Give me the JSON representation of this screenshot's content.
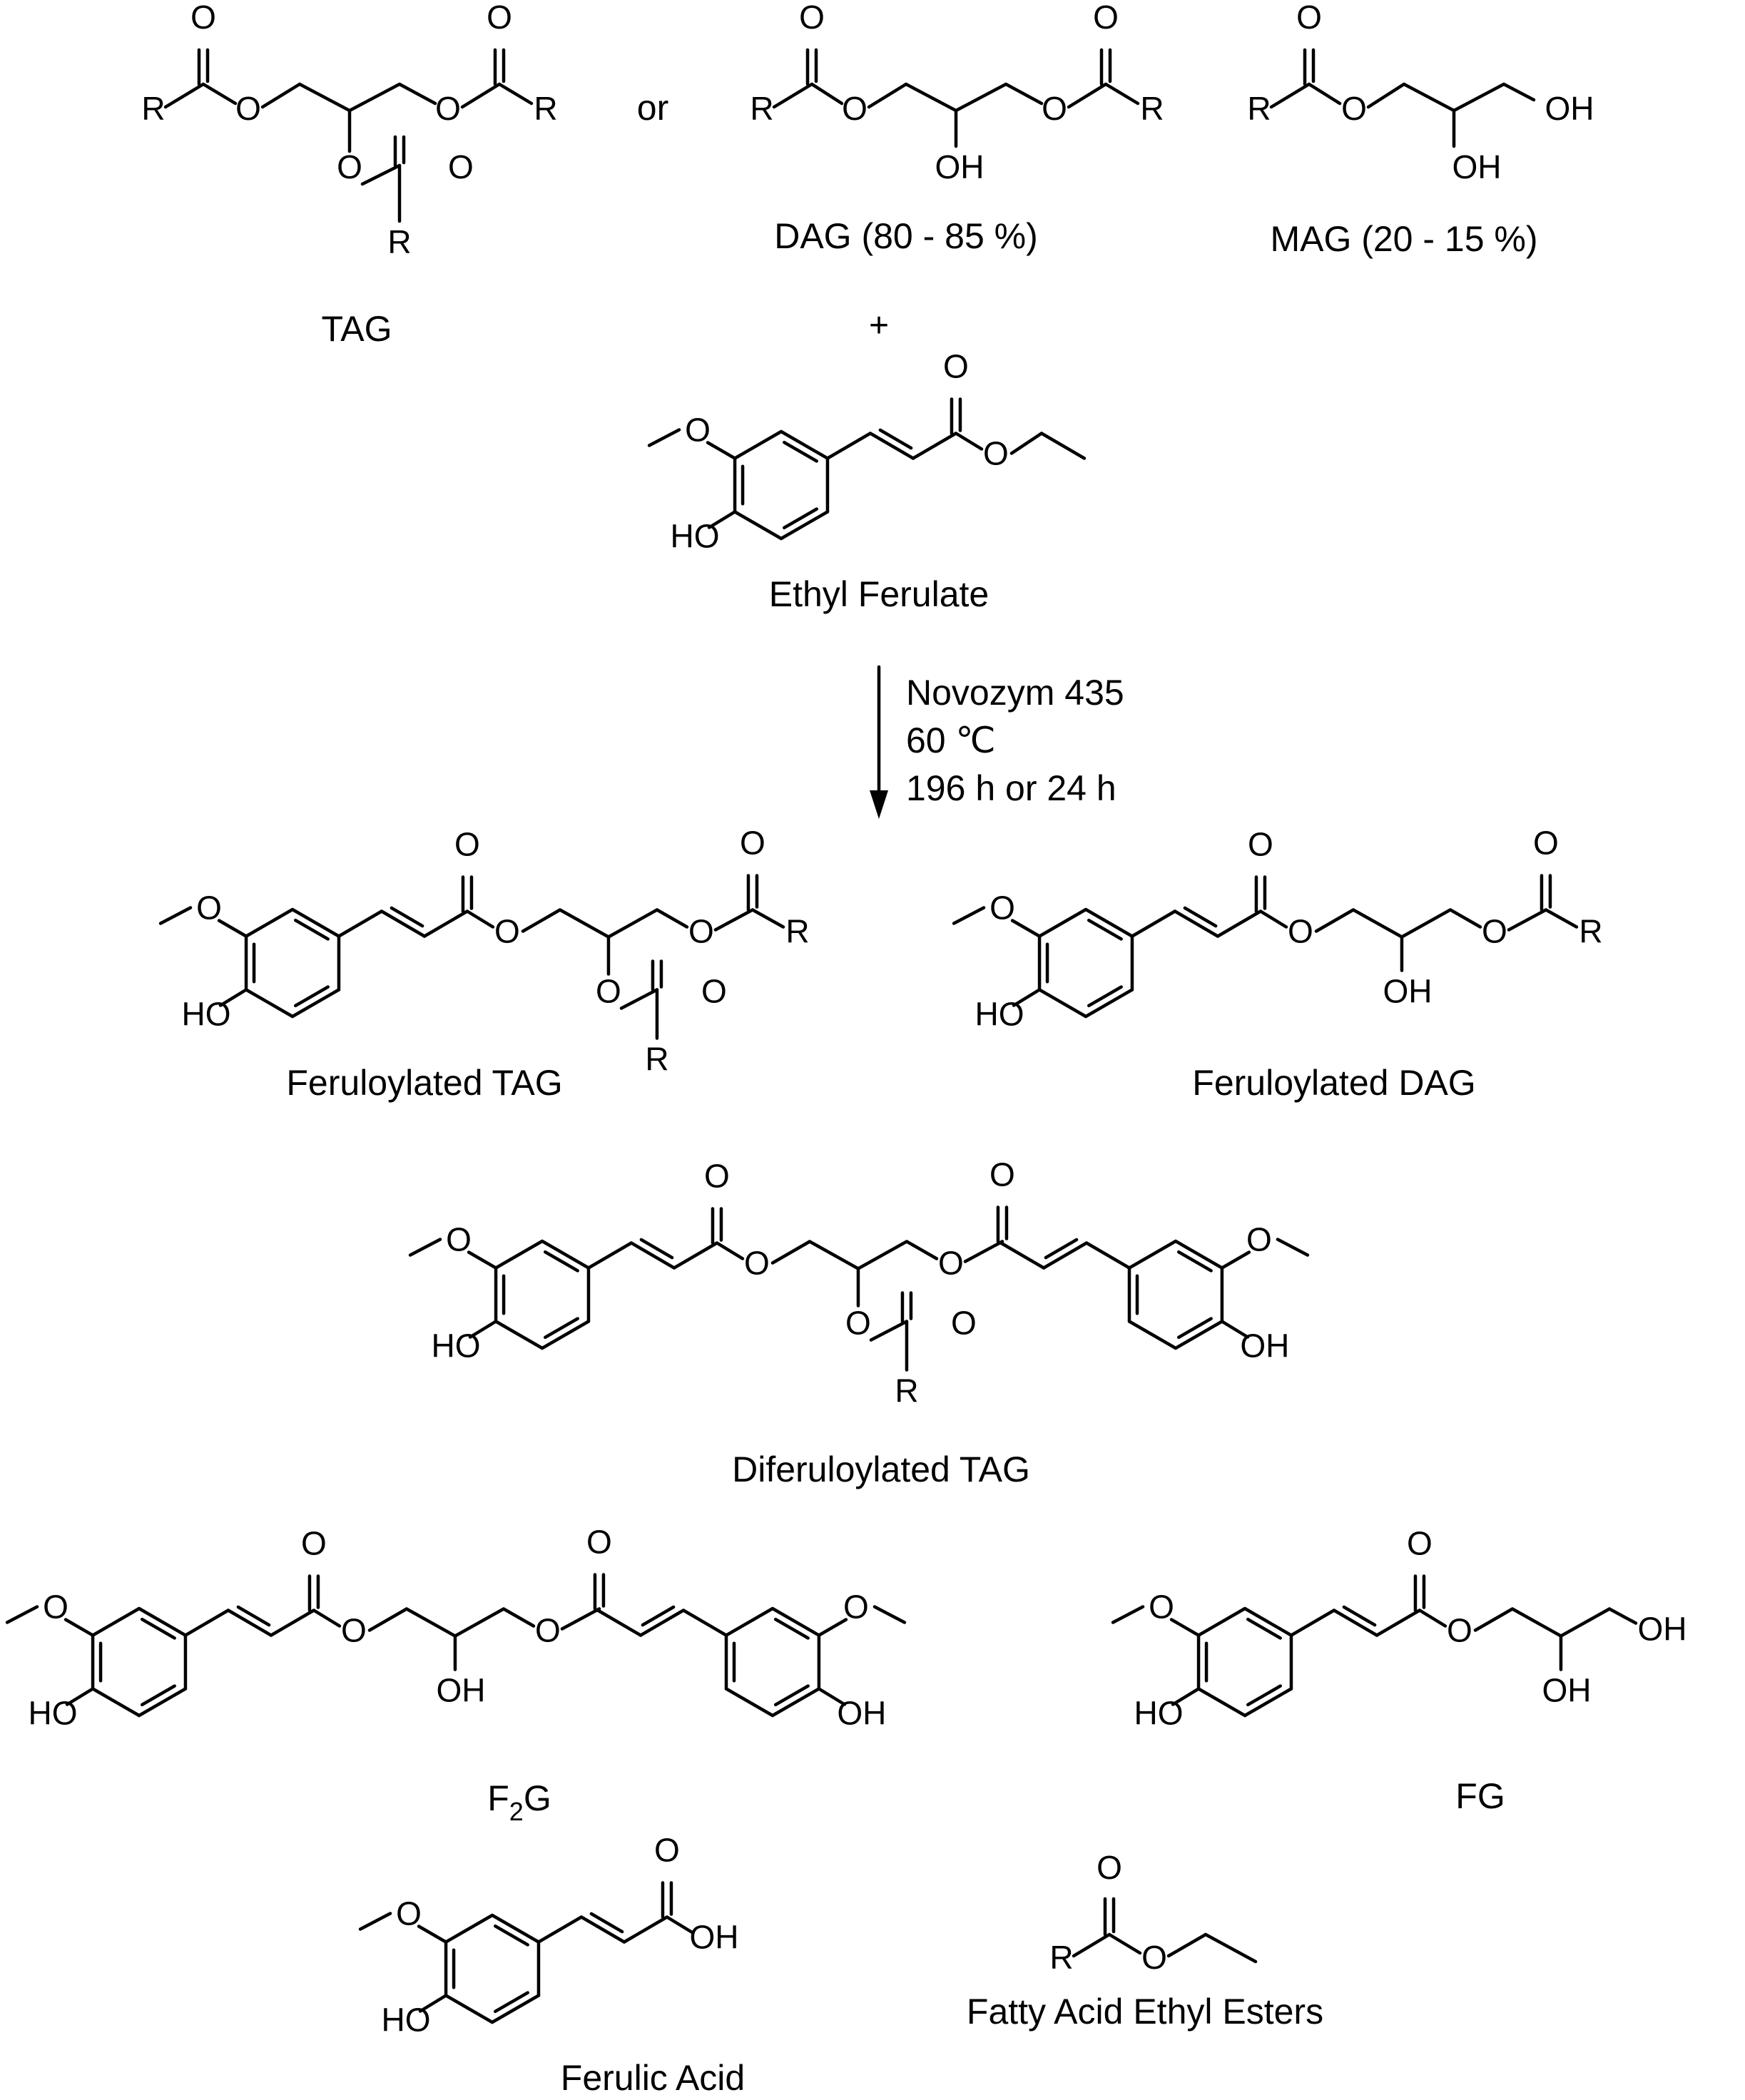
{
  "atoms": {
    "O": "O",
    "R": "R",
    "OH": "OH",
    "HO": "HO"
  },
  "reactants": {
    "tag": "TAG",
    "or": "or",
    "dag": "DAG (80 - 85 %)",
    "mag": "MAG (20 - 15 %)",
    "plus": "+",
    "ethyl_ferulate": "Ethyl Ferulate"
  },
  "conditions": {
    "enzyme": "Novozym 435",
    "temperature": "60 ℃",
    "time": "196 h or 24 h"
  },
  "products": {
    "feruloylated_tag": "Feruloylated TAG",
    "feruloylated_dag": "Feruloylated DAG",
    "diferuloylated_tag": "Diferuloylated TAG",
    "f2g_main": "F",
    "f2g_sub": "2",
    "f2g_end": "G",
    "fg": "FG",
    "ferulic_acid": "Ferulic Acid",
    "faee": "Fatty Acid Ethyl Esters"
  }
}
